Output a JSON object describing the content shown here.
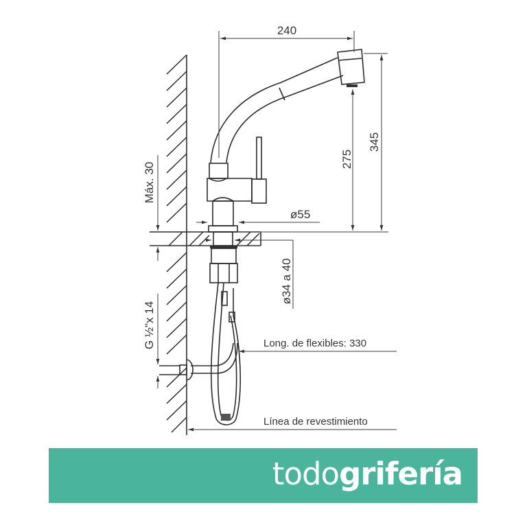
{
  "drawing": {
    "title": "Technical drawing of pull-out kitchen faucet",
    "dimensions": {
      "spout_reach": "240",
      "spout_height": "275",
      "total_height": "345",
      "base_diameter": "ø55",
      "max_counter_thickness": "Máx. 30",
      "hole_diameter": "ø34 a 40",
      "connection": "G ½\"x 14"
    },
    "labels": {
      "hose_length": "Long. de flexibles: 330",
      "wall_line": "Línea de revestimiento"
    }
  },
  "brand": {
    "name_light": "todo",
    "name_bold": "grifería",
    "color": "#4ab59c"
  }
}
